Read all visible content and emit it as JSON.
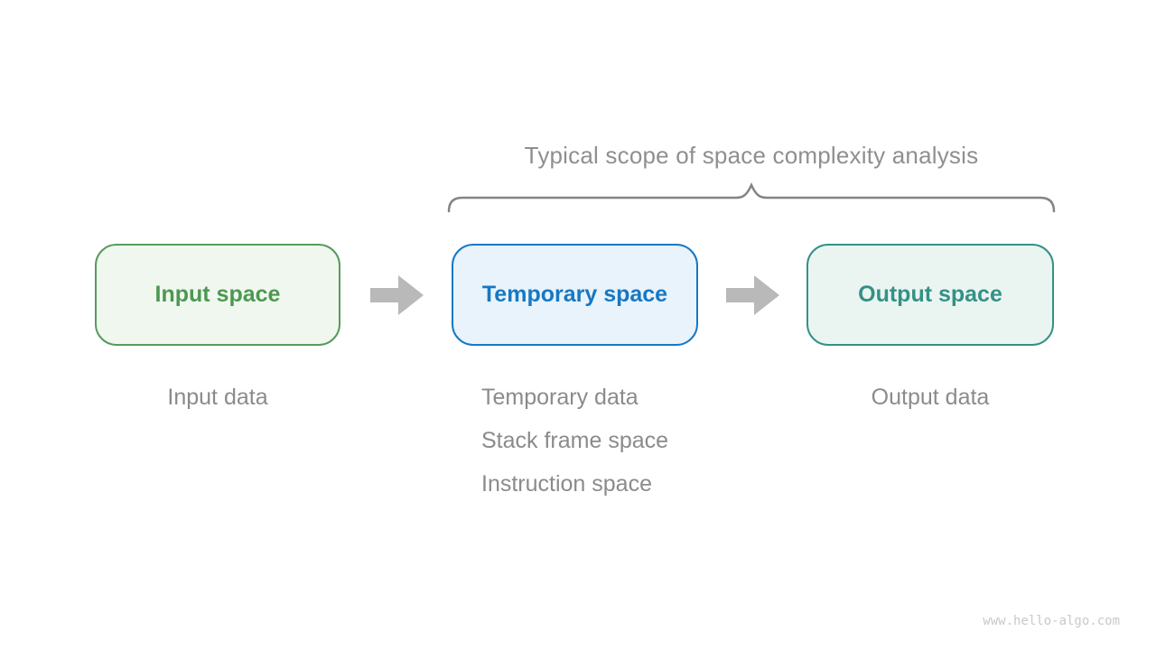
{
  "title": "Typical scope of space complexity analysis",
  "watermark": "www.hello-algo.com",
  "colors": {
    "title_gray": "#8f8f8f",
    "note_gray": "#8b8b8b",
    "arrow_gray": "#b9b9b9",
    "brace_gray": "#848484",
    "watermark_gray": "#c9c9c9",
    "input_border": "#579b5c",
    "input_fill": "#f0f7ee",
    "input_text": "#4c9852",
    "temporary_border": "#1778c3",
    "temporary_fill": "#e8f3fb",
    "temporary_text": "#1778c3",
    "output_border": "#349186",
    "output_fill": "#eaf5f1",
    "output_text": "#349186"
  },
  "diagram": {
    "nodes": [
      {
        "id": "input-space",
        "label": "Input space",
        "notes": [
          "Input data"
        ]
      },
      {
        "id": "temporary-space",
        "label": "Temporary space",
        "notes": [
          "Temporary data",
          "Stack frame space",
          "Instruction space"
        ]
      },
      {
        "id": "output-space",
        "label": "Output space",
        "notes": [
          "Output data"
        ]
      }
    ],
    "arrows": [
      {
        "from": "input-space",
        "to": "temporary-space",
        "direction": "right"
      },
      {
        "from": "temporary-space",
        "to": "output-space",
        "direction": "right"
      }
    ],
    "brace": {
      "label": "Typical scope of space complexity analysis",
      "spans": [
        "temporary-space",
        "output-space"
      ]
    }
  }
}
